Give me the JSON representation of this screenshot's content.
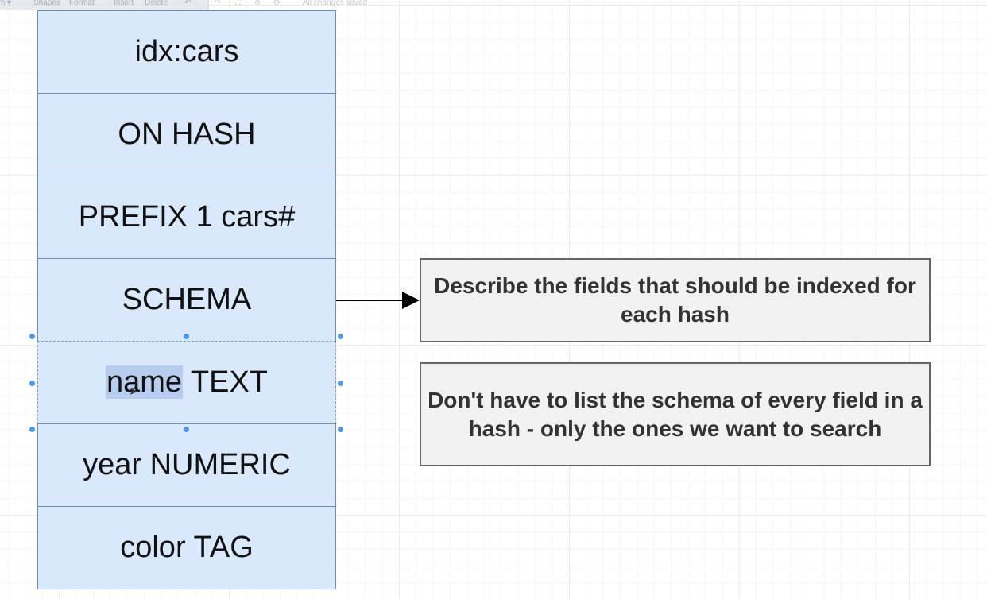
{
  "toolbar": {
    "items": [
      "Shapes",
      "Format",
      "Insert",
      "Delete"
    ],
    "status": "All changes saved"
  },
  "diagram": {
    "stack": [
      {
        "label": "idx:cars"
      },
      {
        "label": "ON HASH"
      },
      {
        "label": "PREFIX 1 cars#"
      },
      {
        "label": "SCHEMA"
      },
      {
        "highlight": "name",
        "rest": " TEXT"
      },
      {
        "label": "year NUMERIC"
      },
      {
        "label": "color TAG"
      }
    ],
    "notes": {
      "schema_note": "Describe the fields that should be indexed for each hash",
      "schema_note_2": "Don't have to list the schema of every field in a hash - only the ones we want to search"
    }
  },
  "colors": {
    "cell_fill": "#dae8fc",
    "cell_stroke": "#6c8ebf",
    "note_fill": "#f2f2f2",
    "note_stroke": "#666666",
    "selection_handle": "#4a9ae8"
  }
}
